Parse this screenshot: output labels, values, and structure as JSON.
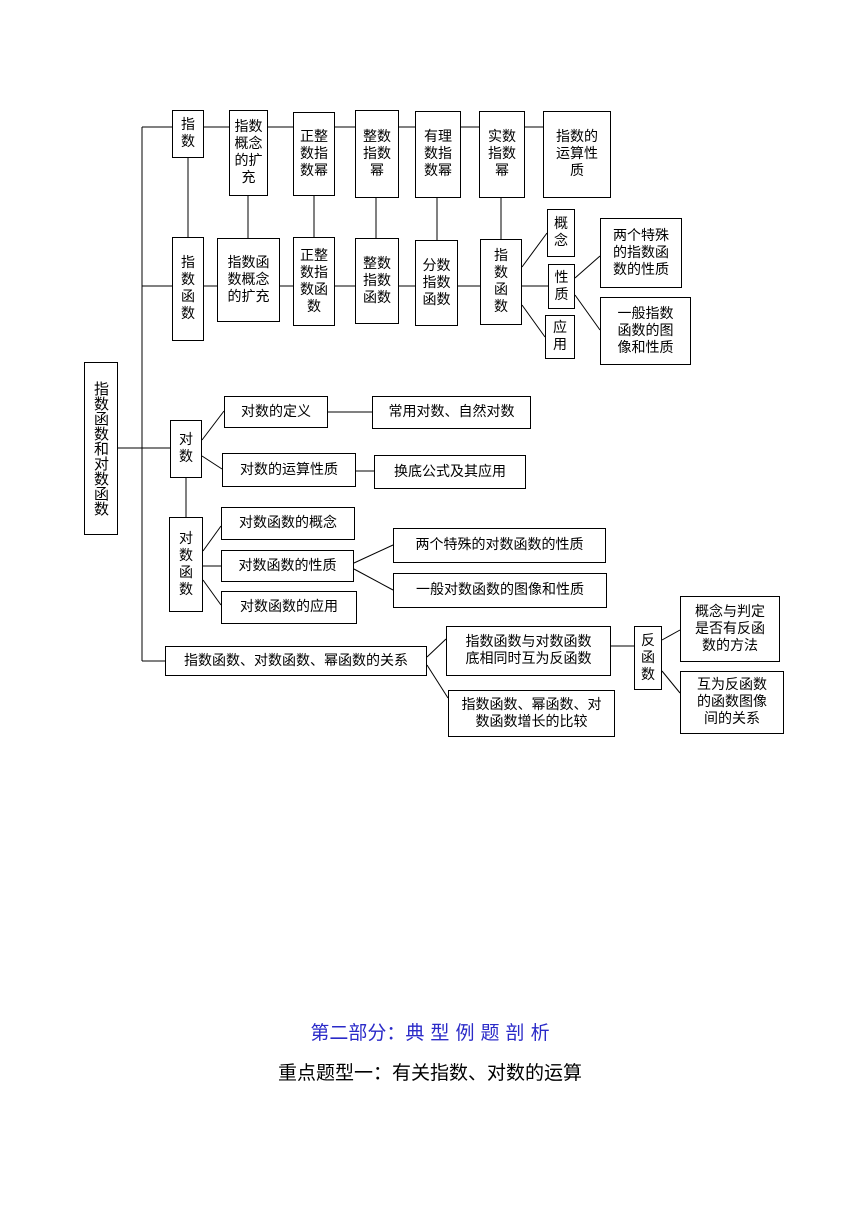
{
  "root": "指数函数和对数函数",
  "exp": {
    "index": "指\n数",
    "concept_ext": "指数\n概念\n的扩\n充",
    "pos_int": "正整\n数指\n数幂",
    "int": "整数\n指数\n幂",
    "rational": "有理\n数指\n数幂",
    "real": "实数\n指数\n幂",
    "rules": "指数的\n运算性\n质"
  },
  "expfn": {
    "label": "指\n数\n函\n数",
    "concept_ext": "指数函\n数概念\n的扩充",
    "pos_int": "正整\n数指\n数函\n数",
    "int": "整数\n指数\n函数",
    "frac": "分数\n指数\n函数",
    "main": "指\n数\n函\n数",
    "concept": "概\n念",
    "property": "性\n质",
    "apply": "应\n用",
    "two_special": "两个特殊\n的指数函\n数的性质",
    "general": "一般指数\n函数的图\n像和性质"
  },
  "log": {
    "label": "对\n数",
    "def": "对数的定义",
    "common": "常用对数、自然对数",
    "rules": "对数的运算性质",
    "change_base": "换底公式及其应用"
  },
  "logfn": {
    "label": "对\n数\n函\n数",
    "concept": "对数函数的概念",
    "property": "对数函数的性质",
    "apply": "对数函数的应用",
    "two_special": "两个特殊的对数函数的性质",
    "general": "一般对数函数的图像和性质"
  },
  "relation": {
    "label": "指数函数、对数函数、幂函数的关系",
    "inverse_pair": "指数函数与对数函数\n底相同时互为反函数",
    "compare": "指数函数、幂函数、对\n数函数增长的比较",
    "inverse": "反\n函\n数",
    "judge": "概念与判定\n是否有反函\n数的方法",
    "graph": "互为反函数\n的函数图像\n间的关系"
  },
  "heading2": "第二部分：典 型 例 题 剖 析",
  "heading3": "重点题型一：有关指数、对数的运算"
}
